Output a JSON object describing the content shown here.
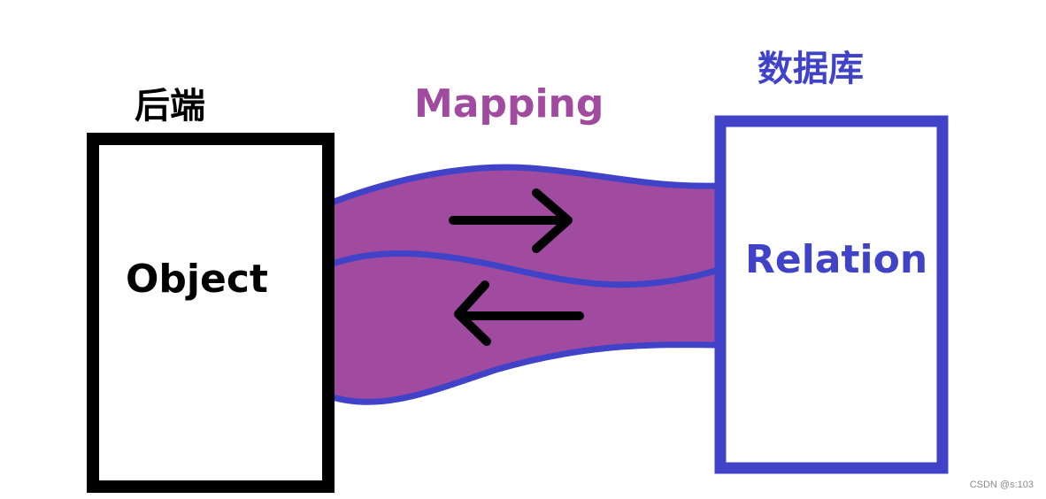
{
  "labels": {
    "backend": "后端",
    "database": "数据库",
    "mapping": "Mapping",
    "object": "Object",
    "relation": "Relation"
  },
  "watermark": "CSDN @s:103",
  "colors": {
    "backend_box": "#000000",
    "database_box": "#4043c8",
    "mapping_band": "#a04aa0",
    "mapping_outline": "#4043c8",
    "arrow": "#000000"
  },
  "icons": {
    "forward_arrow": "arrow-right-icon",
    "backward_arrow": "arrow-left-icon"
  }
}
